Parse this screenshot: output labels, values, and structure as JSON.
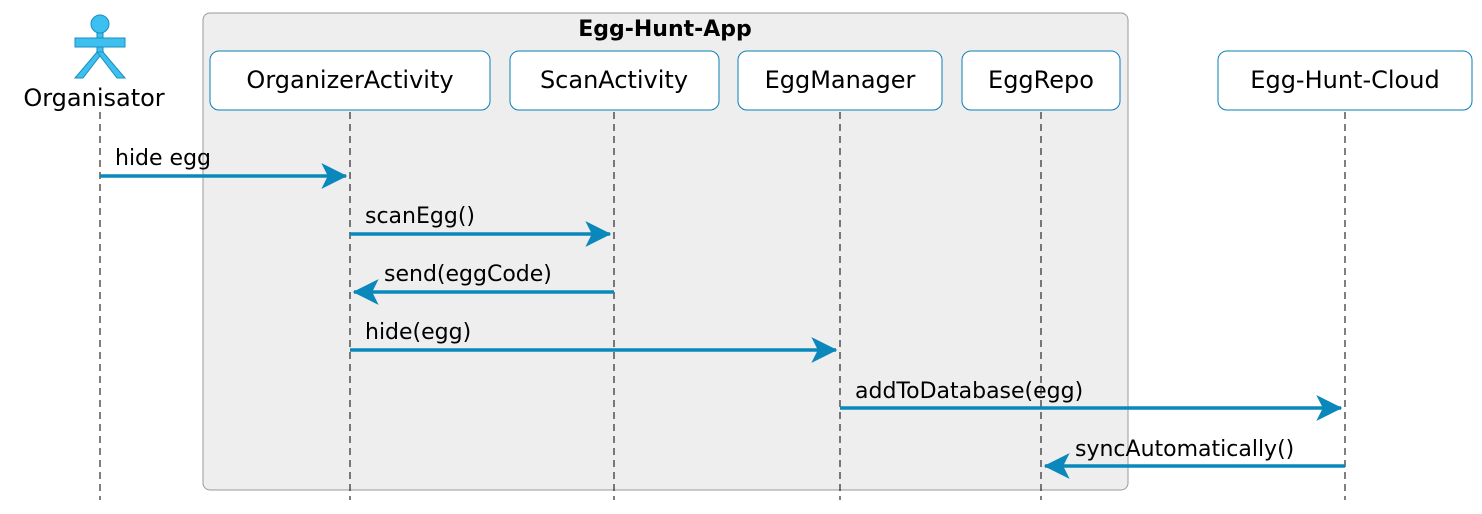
{
  "group": {
    "title": "Egg-Hunt-App"
  },
  "actor": {
    "label": "Organisator",
    "icon": "actor-stick-figure-icon"
  },
  "participants": [
    {
      "id": "organizer-activity",
      "label": "OrganizerActivity"
    },
    {
      "id": "scan-activity",
      "label": "ScanActivity"
    },
    {
      "id": "egg-manager",
      "label": "EggManager"
    },
    {
      "id": "egg-repo",
      "label": "EggRepo"
    },
    {
      "id": "egg-hunt-cloud",
      "label": "Egg-Hunt-Cloud"
    }
  ],
  "messages": [
    {
      "from": "Organisator",
      "to": "OrganizerActivity",
      "label": "hide egg"
    },
    {
      "from": "OrganizerActivity",
      "to": "ScanActivity",
      "label": "scanEgg()"
    },
    {
      "from": "ScanActivity",
      "to": "OrganizerActivity",
      "label": "send(eggCode)"
    },
    {
      "from": "OrganizerActivity",
      "to": "EggManager",
      "label": "hide(egg)"
    },
    {
      "from": "EggManager",
      "to": "Egg-Hunt-Cloud",
      "label": "addToDatabase(egg)"
    },
    {
      "from": "Egg-Hunt-Cloud",
      "to": "EggRepo",
      "label": "syncAutomatically()"
    }
  ],
  "colors": {
    "arrow": "#0a88bb",
    "participant_border": "#0a7fb5",
    "actor_fill": "#3dc0ef",
    "actor_stroke": "#1a8fc0",
    "group_fill": "#eeeeee",
    "group_border": "#999999"
  }
}
